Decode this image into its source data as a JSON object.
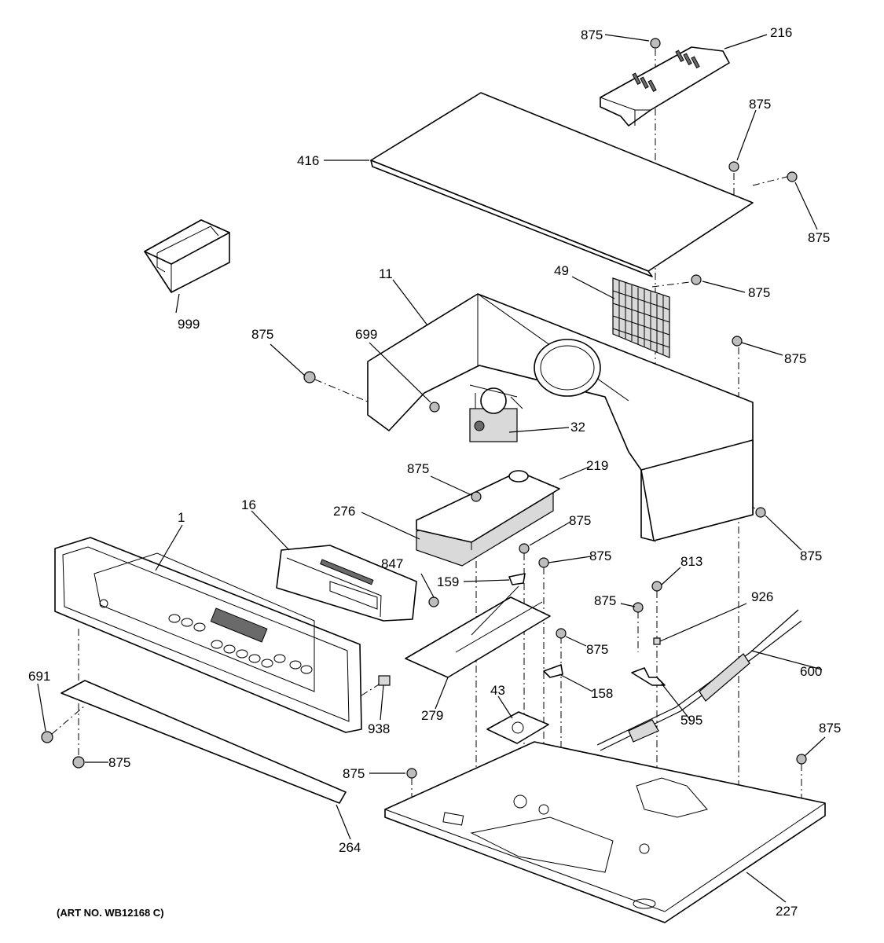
{
  "labels": {
    "p875a": "875",
    "p216": "216",
    "p875b": "875",
    "p416": "416",
    "p875c": "875",
    "p999": "999",
    "p49": "49",
    "p875d": "875",
    "p11": "11",
    "p875e": "875",
    "p699": "699",
    "p875f": "875",
    "p32": "32",
    "p875g": "875",
    "p219": "219",
    "p276": "276",
    "p875h": "875",
    "p16": "16",
    "p1": "1",
    "p875i": "875",
    "p847": "847",
    "p159": "159",
    "p875j": "875",
    "p813": "813",
    "p926": "926",
    "p875k": "875",
    "p875l": "875",
    "p600": "600",
    "p691": "691",
    "p158": "158",
    "p938": "938",
    "p279": "279",
    "p595": "595",
    "p43": "43",
    "p875m": "875",
    "p875n": "875",
    "p875o": "875",
    "p264": "264",
    "p227": "227"
  },
  "art_number": "(ART NO. WB12168 C)"
}
